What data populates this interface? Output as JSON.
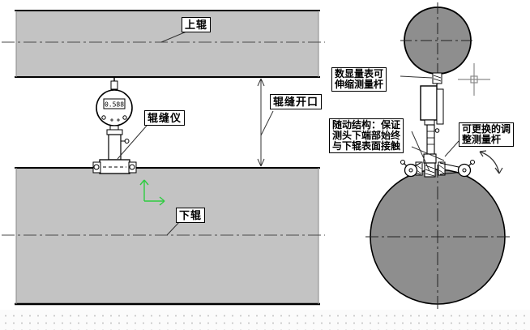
{
  "drawing": {
    "labels": {
      "upper_roller": "上辊",
      "gap_opening": "辊缝开口",
      "gap_gauge": "辊缝仪",
      "lower_roller": "下辊",
      "digital_rod_lines": [
        "数显量表可",
        "伸缩测量杆"
      ],
      "follower_lines": [
        "随动结构：保证",
        "测头下端部始终",
        "与下辊表面接触"
      ],
      "adjust_rod_lines": [
        "可更换的调",
        "整测量杆"
      ]
    },
    "gauge": {
      "reading": "0.588"
    },
    "colors": {
      "roller_fill": "#c3c3c3",
      "roll_section_fill": "#8e8e8e",
      "ucs_green": "#2ecc40",
      "cursor_gray": "#8a8a8a",
      "line_black": "#000000"
    }
  }
}
